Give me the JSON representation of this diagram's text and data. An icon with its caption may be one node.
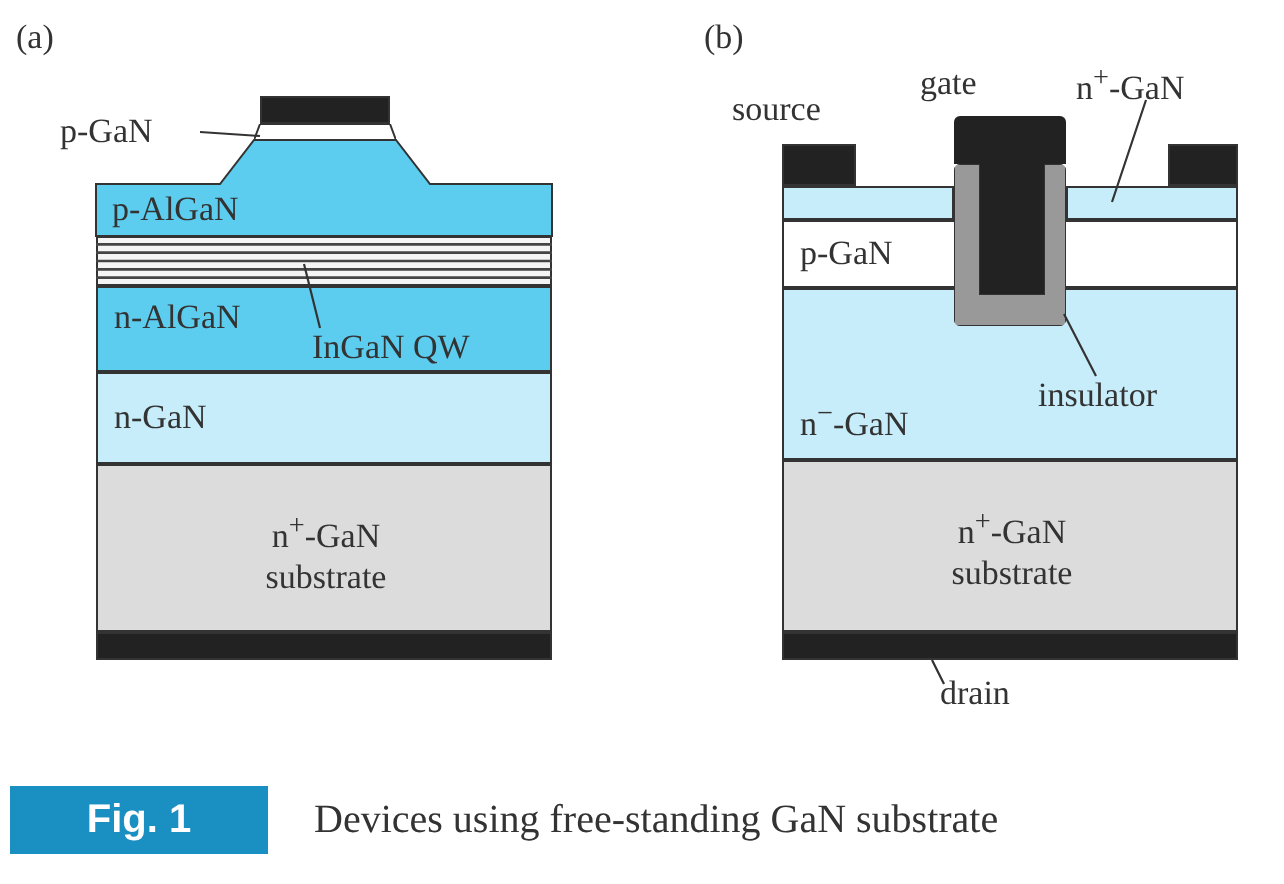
{
  "diagram": {
    "caption": "Devices using free-standing GaN substrate",
    "nodes": [
      {
        "text": [
          "p-GaN"
        ]
      },
      {
        "text": [],
        "shape": "bar"
      },
      {
        "text": [
          "p-AlGaN"
        ]
      },
      {
        "text": [],
        "shape": "bar"
      },
      {
        "text": [
          "n-AlGaN"
        ]
      },
      {
        "text": [
          "InGaN QW"
        ],
        "in": 4
      },
      {
        "text": [
          "n-GaN"
        ]
      },
      {
        "text": [
          "n$^{+}$-GaN substrate"
        ]
      },
      {
        "text": [
          "n$^{+}$-GaN"
        ]
      },
      {
        "text": [],
        "shape": "bar"
      },
      {
        "text": [
          "p-GaN"
        ]
      },
      {
        "text": [
          "n$^{−}$-GaN"
        ]
      },
      {
        "text": [
          "insulator"
        ],
        "in": 11
      },
      {
        "text": [],
        "shape": "box"
      },
      {
        "text": [
          "n$^{+}$-GaN substrate"
        ]
      },
      {
        "text": [],
        "shape": "bar"
      },
      {
        "text": [
          "drain"
        ]
      },
      {
        "text": [],
        "shape": "bar"
      },
      {
        "text": [],
        "shape": "bar"
      },
      {
        "text": [],
        "shape": "bar"
      },
      {
        "text": [],
        "shape": "bar"
      },
      {
        "text": [],
        "shape": "box"
      },
      {
        "text": [],
        "shape": "bar"
      }
    ],
    "edges": [
      {
        "from": 0,
        "to": 1,
        "arrow": "none"
      },
      {
        "from": 5,
        "to": 3,
        "arrow": "none"
      },
      {
        "from": 8,
        "to": 9,
        "arrow": "none"
      },
      {
        "from": 12,
        "to": 13,
        "arrow": "none"
      },
      {
        "from": 16,
        "to": 15,
        "arrow": "none"
      }
    ],
    "labels": [
      "(a)",
      "(b)",
      "source",
      "gate",
      "Fig. 1"
    ]
  }
}
